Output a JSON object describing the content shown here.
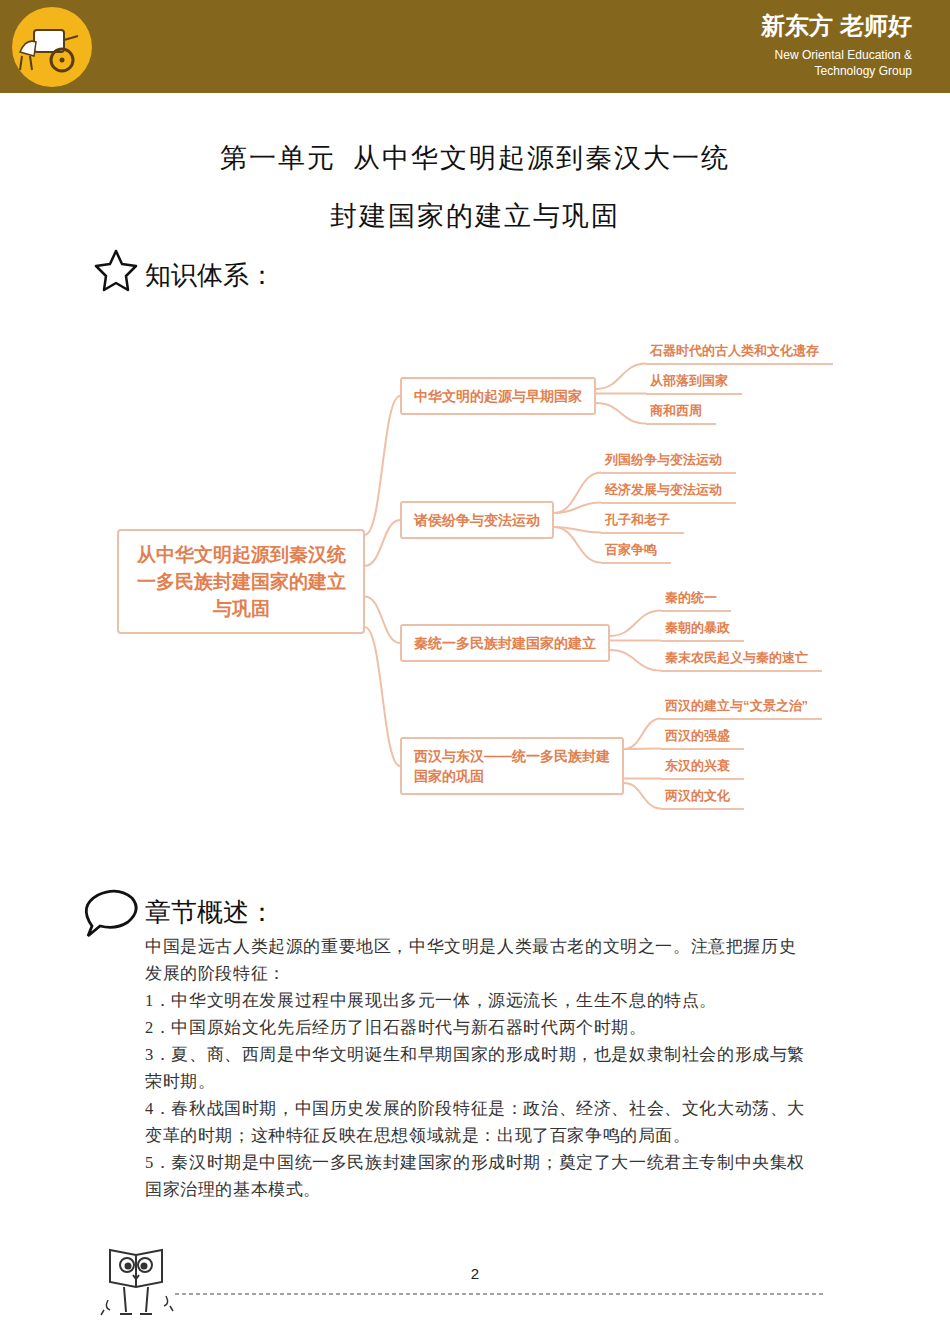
{
  "diagram": {
    "title": "第一单元  从中华文明起源到秦汉大一统",
    "nodes": [
      {
        "text": [
          "从中华文明起源到秦汉统一多民族封建国家的建立与巩固"
        ]
      },
      {
        "text": [
          "中华文明的起源与早期国家"
        ]
      },
      {
        "text": [
          "石器时代的古人类和文化遗存"
        ]
      },
      {
        "text": [
          "从部落到国家"
        ]
      },
      {
        "text": [
          "商和西周"
        ]
      },
      {
        "text": [
          "诸侯纷争与变法运动"
        ]
      },
      {
        "text": [
          "列国纷争与变法运动"
        ]
      },
      {
        "text": [
          "经济发展与变法运动"
        ]
      },
      {
        "text": [
          "孔子和老子"
        ]
      },
      {
        "text": [
          "百家争鸣"
        ]
      },
      {
        "text": [
          "秦统一多民族封建国家的建立"
        ]
      },
      {
        "text": [
          "秦的统一"
        ]
      },
      {
        "text": [
          "秦朝的暴政"
        ]
      },
      {
        "text": [
          "秦末农民起义与秦的速亡"
        ]
      },
      {
        "text": [
          "西汉与东汉——统一多民族封建国家的巩固"
        ]
      },
      {
        "text": [
          "西汉的建立与“文景之治”"
        ]
      },
      {
        "text": [
          "西汉的强盛"
        ]
      },
      {
        "text": [
          "东汉的兴衰"
        ]
      },
      {
        "text": [
          "两汉的文化"
        ]
      }
    ],
    "edges": [
      {
        "from": 0,
        "to": 1,
        "arrow": "none"
      },
      {
        "from": 1,
        "to": 2,
        "arrow": "none"
      },
      {
        "from": 1,
        "to": 3,
        "arrow": "none"
      },
      {
        "from": 1,
        "to": 4,
        "arrow": "none"
      },
      {
        "from": 0,
        "to": 5,
        "arrow": "none"
      },
      {
        "from": 5,
        "to": 6,
        "arrow": "none"
      },
      {
        "from": 5,
        "to": 7,
        "arrow": "none"
      },
      {
        "from": 5,
        "to": 8,
        "arrow": "none"
      },
      {
        "from": 5,
        "to": 9,
        "arrow": "none"
      },
      {
        "from": 0,
        "to": 10,
        "arrow": "none"
      },
      {
        "from": 10,
        "to": 11,
        "arrow": "none"
      },
      {
        "from": 10,
        "to": 12,
        "arrow": "none"
      },
      {
        "from": 10,
        "to": 13,
        "arrow": "none"
      },
      {
        "from": 0,
        "to": 14,
        "arrow": "none"
      },
      {
        "from": 14,
        "to": 15,
        "arrow": "none"
      },
      {
        "from": 14,
        "to": 16,
        "arrow": "none"
      },
      {
        "from": 14,
        "to": 17,
        "arrow": "none"
      },
      {
        "from": 14,
        "to": 18,
        "arrow": "none"
      }
    ],
    "labels": [
      "新东方 老师好",
      "New Oriental Education & Technology Group",
      "封建国家的建立与巩固",
      "知识体系：",
      "章节概述：",
      "中国是远古人类起源的重要地区，中华文明是人类最古老的文明之一。注意把握历史发展的阶段特征：",
      "1．中华文明在发展过程中展现出多元一体，源远流长，生生不息的特点。",
      "2．中国原始文化先后经历了旧石器时代与新石器时代两个时期。",
      "3．夏、商、西周是中华文明诞生和早期国家的形成时期，也是奴隶制社会的形成与繁荣时期。",
      "4．春秋战国时期，中国历史发展的阶段特征是：政治、经济、社会、文化大动荡、大变革的时期；这种特征反映在思想领域就是：出现了百家争鸣的局面。",
      "5．秦汉时期是中国统一多民族封建国家的形成时期；奠定了大一统君主专制中央集权国家治理的基本模式。",
      "2"
    ]
  }
}
